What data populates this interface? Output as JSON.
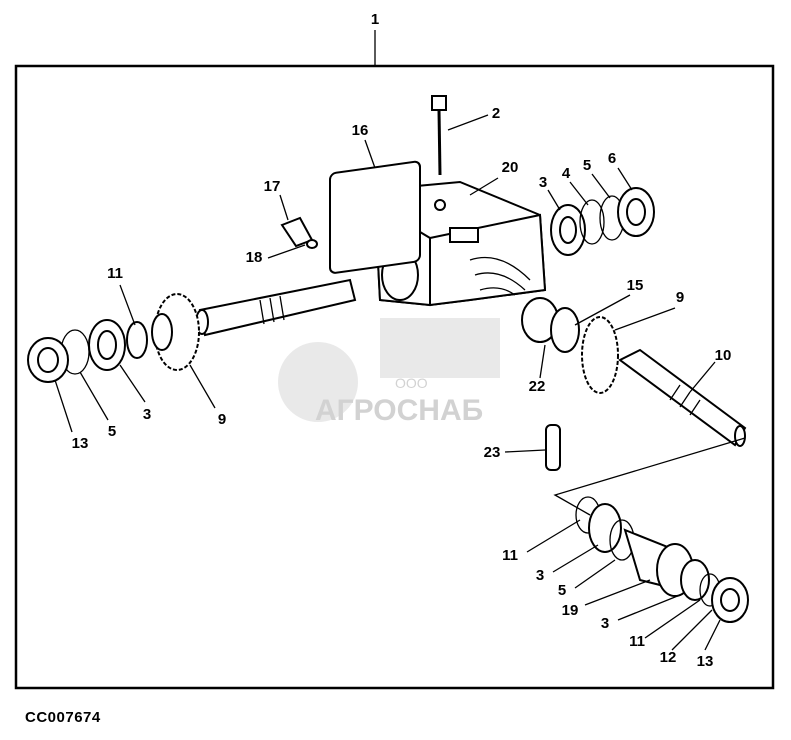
{
  "diagram": {
    "caption": "CC007674",
    "watermark": {
      "company_prefix": "ООО",
      "company_name": "АГРОСНАБ"
    },
    "callouts": [
      "1",
      "2",
      "16",
      "20",
      "3",
      "4",
      "5",
      "6",
      "17",
      "18",
      "11",
      "15",
      "9",
      "10",
      "22",
      "13",
      "5",
      "3",
      "9",
      "23",
      "11",
      "3",
      "5",
      "19",
      "3",
      "11",
      "12",
      "13"
    ]
  }
}
